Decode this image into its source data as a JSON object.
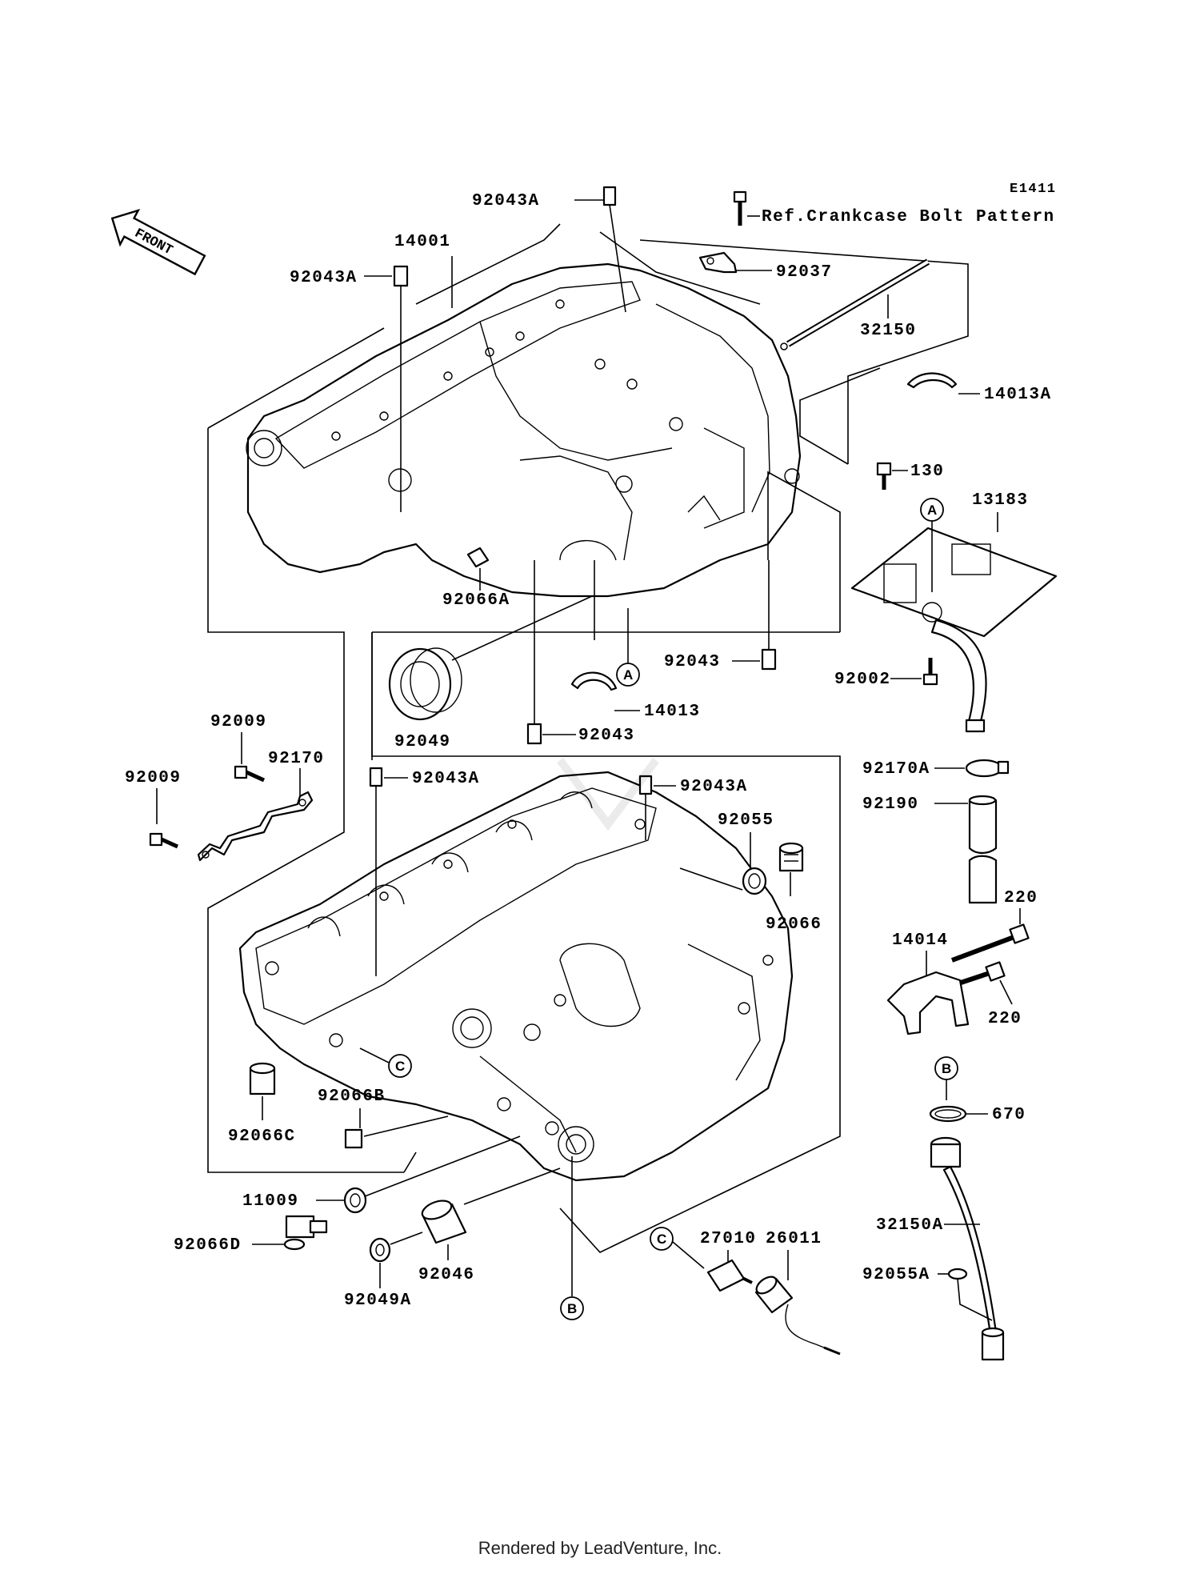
{
  "diagram_code": "E1411",
  "front_label": "FRONT",
  "reference_note": "Ref.Crankcase Bolt Pattern",
  "callouts": {
    "a": "A",
    "b": "B",
    "c": "C"
  },
  "parts": {
    "p14001": "14001",
    "p92043A_top": "92043A",
    "p92043A_left": "92043A",
    "p92043A_lower1": "92043A",
    "p92043A_lower2": "92043A",
    "p92037": "92037",
    "p32150": "32150",
    "p14013A": "14013A",
    "p130": "130",
    "p13183": "13183",
    "p92066A": "92066A",
    "p92043_right": "92043",
    "p92043_bottom": "92043",
    "p92002": "92002",
    "p14013": "14013",
    "p92049": "92049",
    "p92009_a": "92009",
    "p92009_b": "92009",
    "p92170": "92170",
    "p92170A": "92170A",
    "p92190": "92190",
    "p92055": "92055",
    "p92066": "92066",
    "p220_a": "220",
    "p220_b": "220",
    "p14014": "14014",
    "p670": "670",
    "p92066B": "92066B",
    "p92066C": "92066C",
    "p11009": "11009",
    "p92066D": "92066D",
    "p92046": "92046",
    "p92049A": "92049A",
    "p27010": "27010",
    "p26011": "26011",
    "p32150A": "32150A",
    "p92055A": "92055A"
  },
  "footer": "Rendered by LeadVenture, Inc."
}
